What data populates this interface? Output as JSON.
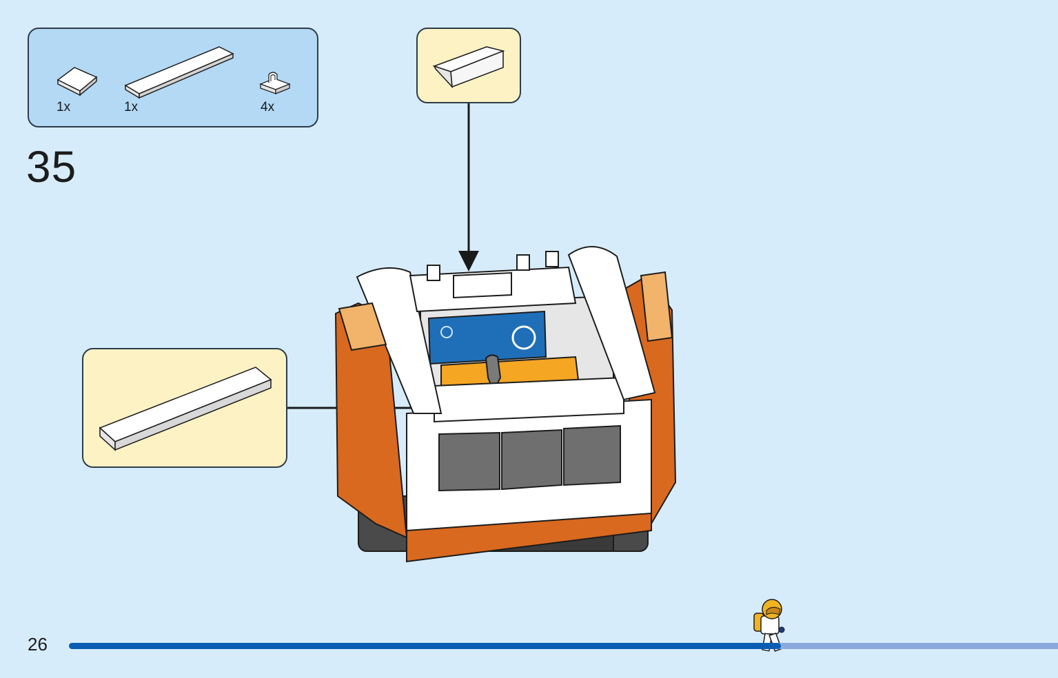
{
  "step": {
    "number": "35"
  },
  "parts_list": [
    {
      "quantity": "1x",
      "icon": "slope-brick-icon"
    },
    {
      "quantity": "1x",
      "icon": "long-tile-icon"
    },
    {
      "quantity": "4x",
      "icon": "clip-plate-icon"
    }
  ],
  "callouts": [
    {
      "name": "slope-part-callout",
      "icon": "slope-brick-icon"
    },
    {
      "name": "tile-part-callout",
      "icon": "long-tile-icon"
    }
  ],
  "page": {
    "number": "26"
  },
  "progress": {
    "fraction": 0.72
  },
  "colors": {
    "background": "#d7ecfa",
    "parts_box": "#b3d9f5",
    "callout": "#fdf2c4",
    "orange": "#d9691f",
    "progress_fill": "#0a5db3",
    "progress_track": "#8aa9dc"
  }
}
